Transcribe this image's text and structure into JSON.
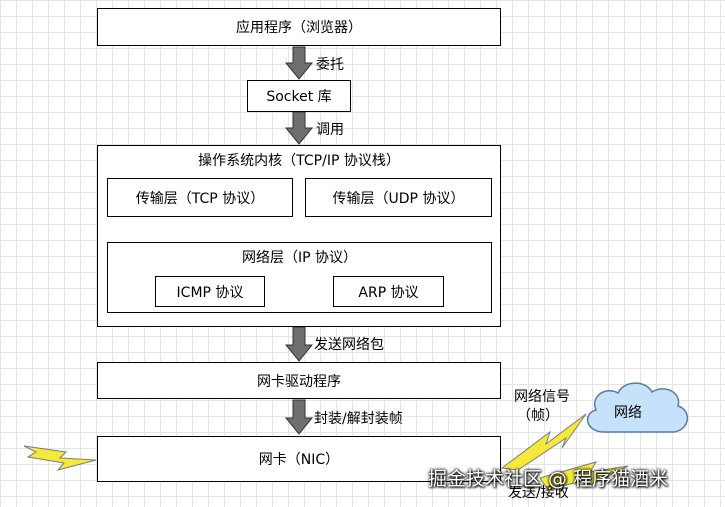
{
  "boxes": {
    "app": "应用程序（浏览器）",
    "socket": "Socket 库",
    "kernel": "操作系统内核（TCP/IP 协议栈）",
    "tcp": "传输层（TCP 协议）",
    "udp": "传输层（UDP 协议）",
    "network": "网络层（IP 协议）",
    "icmp": "ICMP 协议",
    "arp": "ARP 协议",
    "driver": "网卡驱动程序",
    "nic": "网卡（NIC）"
  },
  "arrows": {
    "delegate": "委托",
    "call": "调用",
    "send_packet": "发送网络包",
    "encap": "封装/解封装帧"
  },
  "signal": {
    "line1": "网络信号",
    "line2": "（帧）",
    "send_recv": "发送/接收"
  },
  "cloud": "网络",
  "watermark": "掘金技术社区 @ 程序猫酒米",
  "colors": {
    "fat_arrow": "#6f6f6f",
    "cloud_fill": "#c6e2fb",
    "cloud_stroke": "#5b7aa3",
    "lightning_fill": "#f5e93a"
  }
}
